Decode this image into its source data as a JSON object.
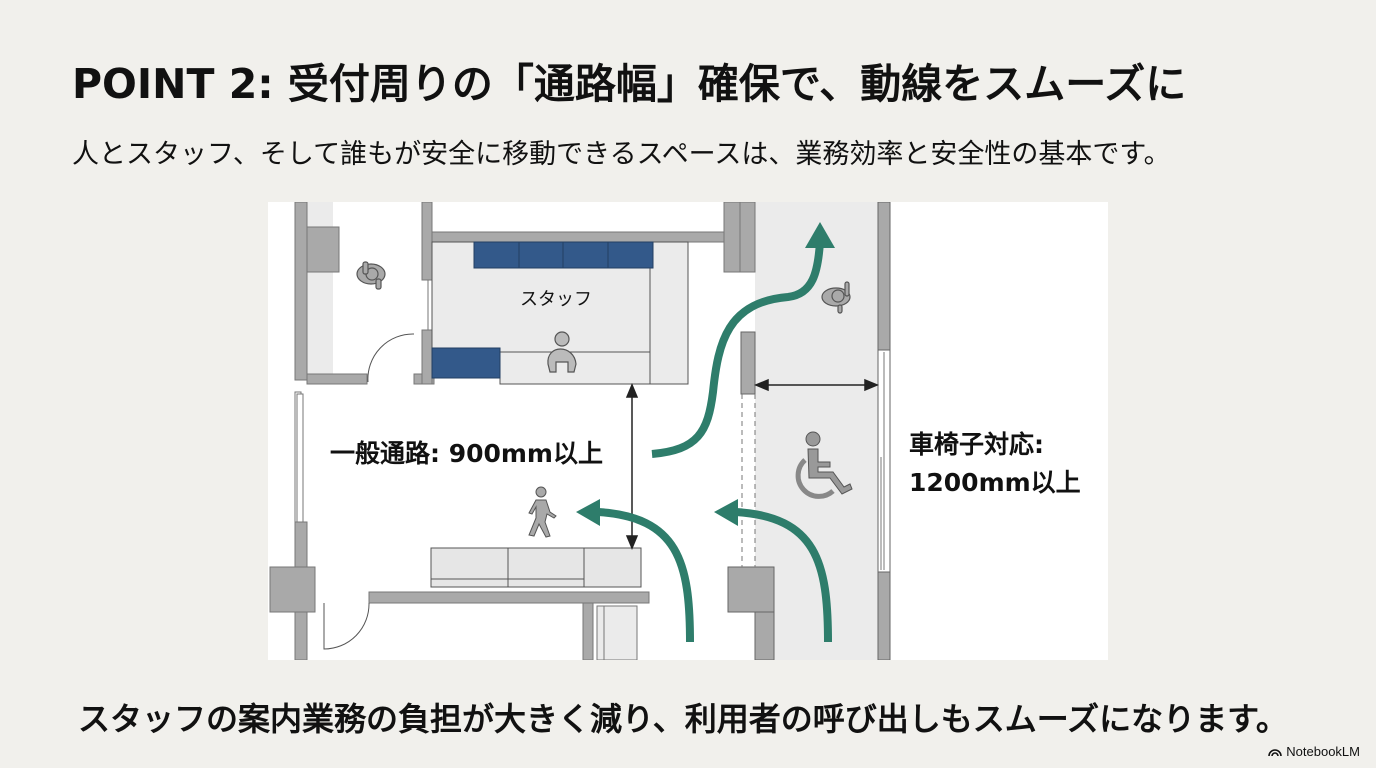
{
  "slide": {
    "title": "POINT 2: 受付周りの「通路幅」確保で、動線をスムーズに",
    "subtitle": "人とスタッフ、そして誰もが安全に移動できるスペースは、業務効率と安全性の基本です。",
    "footer": "スタッフの案内業務の負担が大きく減り、利用者の呼び出しもスムーズになります。",
    "brand": "NotebookLM"
  },
  "floor_plan": {
    "staff_area_label": "スタッフ",
    "general_passage_label": "一般通路: 900mm以上",
    "wheelchair_label_line1": "車椅子対応:",
    "wheelchair_label_line2": "1200mm以上",
    "icons": [
      "person-topview-icon",
      "staff-person-icon",
      "walking-person-icon",
      "wheelchair-icon",
      "flow-arrow-icon",
      "dimension-arrow-icon"
    ],
    "colors": {
      "background": "#f1f0ec",
      "plan_background": "#ffffff",
      "wall": "#a9a9a9",
      "floor_light": "#ebebeb",
      "counter_blue": "#33598a",
      "flow_arrow": "#2e7d6b",
      "text": "#111111"
    }
  }
}
